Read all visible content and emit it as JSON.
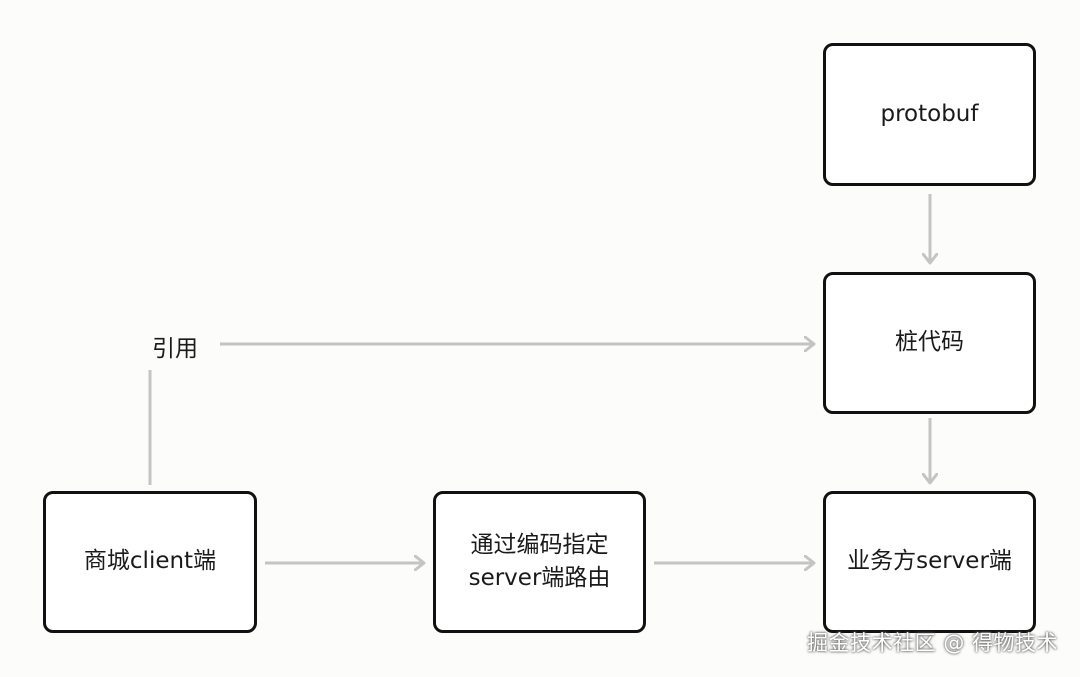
{
  "nodes": {
    "protobuf": "protobuf",
    "stub": "桩代码",
    "client": "商城client端",
    "route_line1": "通过编码指定",
    "route_line2": "server端路由",
    "server": "业务方server端"
  },
  "edges": {
    "reference_label": "引用"
  },
  "watermark": "掘金技术社区 @ 得物技术",
  "colors": {
    "arrow": "#c4c4c4",
    "box_border": "#111111",
    "background": "#fcfcfa"
  }
}
